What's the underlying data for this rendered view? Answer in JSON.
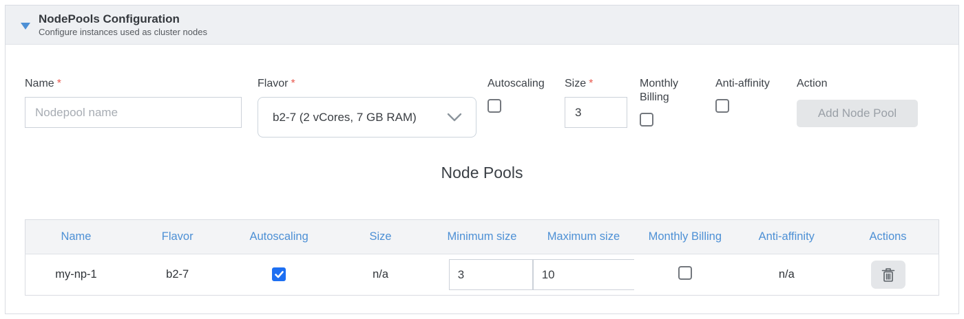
{
  "panel": {
    "title": "NodePools Configuration",
    "subtitle": "Configure instances used as cluster nodes"
  },
  "form": {
    "required_mark": "*",
    "name": {
      "label": "Name",
      "placeholder": "Nodepool name",
      "value": ""
    },
    "flavor": {
      "label": "Flavor",
      "selected_option": "b2-7 (2 vCores, 7 GB RAM)"
    },
    "autoscaling": {
      "label": "Autoscaling",
      "checked": false
    },
    "size": {
      "label": "Size",
      "value": "3"
    },
    "monthly_billing": {
      "label": "Monthly Billing",
      "checked": false
    },
    "anti_affinity": {
      "label": "Anti-affinity",
      "checked": false
    },
    "action": {
      "label": "Action",
      "button_label": "Add Node Pool",
      "button_enabled": false
    }
  },
  "table": {
    "title": "Node Pools",
    "headers": [
      "Name",
      "Flavor",
      "Autoscaling",
      "Size",
      "Minimum size",
      "Maximum size",
      "Monthly Billing",
      "Anti-affinity",
      "Actions"
    ],
    "rows": [
      {
        "name": "my-np-1",
        "flavor": "b2-7",
        "autoscaling": true,
        "size": "n/a",
        "min_size": "3",
        "max_size": "10",
        "monthly_billing": false,
        "anti_affinity": "n/a",
        "action_icon": "trash-icon"
      }
    ]
  },
  "colors": {
    "accent_blue": "#4d90d5",
    "checkbox_checked_blue": "#1d6ff2",
    "required_red": "#e9594f",
    "header_band_bg": "#eef0f3",
    "table_header_bg": "#f3f4f6",
    "disabled_button_bg": "#e4e6e8"
  }
}
